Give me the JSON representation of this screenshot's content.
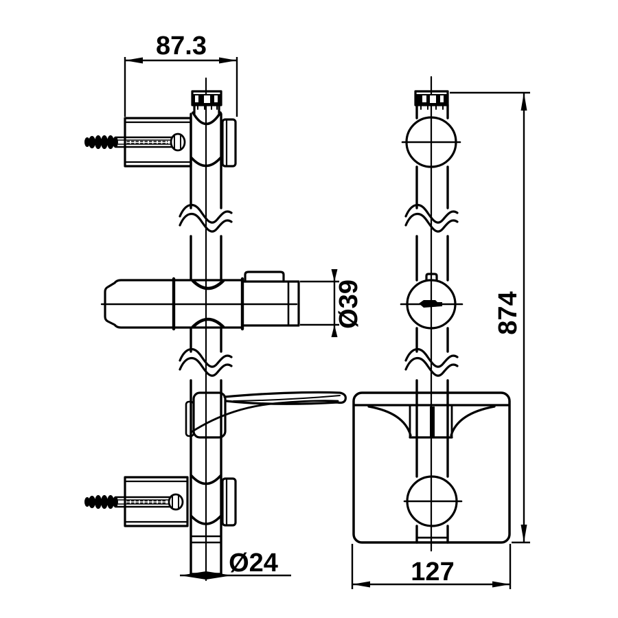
{
  "dimensions": {
    "top_bracket_width": "87.3",
    "slider_diameter": "Ø39",
    "bar_diameter": "Ø24",
    "overall_height": "874",
    "bottom_plate_width": "127"
  },
  "colors": {
    "line": "#000000",
    "background": "#ffffff"
  }
}
